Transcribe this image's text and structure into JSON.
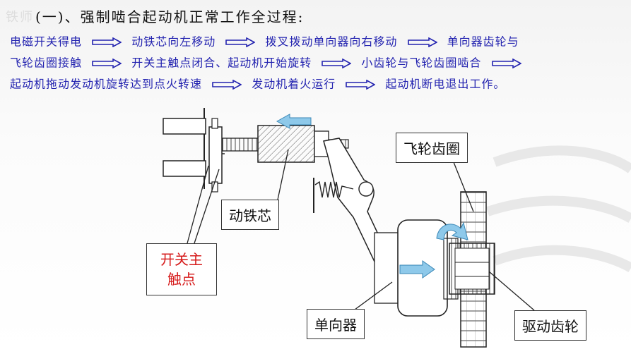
{
  "title": "(一)、强制啮合起动机正常工作全过程:",
  "process_steps": [
    [
      "电磁开关得电",
      "动铁芯向左移动",
      "拨叉拨动单向器向右移动",
      "单向器齿轮与"
    ],
    [
      "飞轮齿圈接触",
      "开关主触点闭合、起动机开始旋转",
      "小齿轮与飞轮齿圈啮合"
    ],
    [
      "起动机拖动发动机旋转达到点火转速",
      "发动机着火运行",
      "起动机断电退出工作。"
    ]
  ],
  "labels": {
    "flywheel_ring": "飞轮齿圈",
    "plunger": "动铁芯",
    "switch_contact": "开关主\n触点",
    "one_way_clutch": "单向器",
    "drive_gear": "驱动齿轮"
  },
  "colors": {
    "flow_text": "#2323b0",
    "arrow_fill": "#8ec9ea",
    "red_label": "#d61b1b"
  }
}
